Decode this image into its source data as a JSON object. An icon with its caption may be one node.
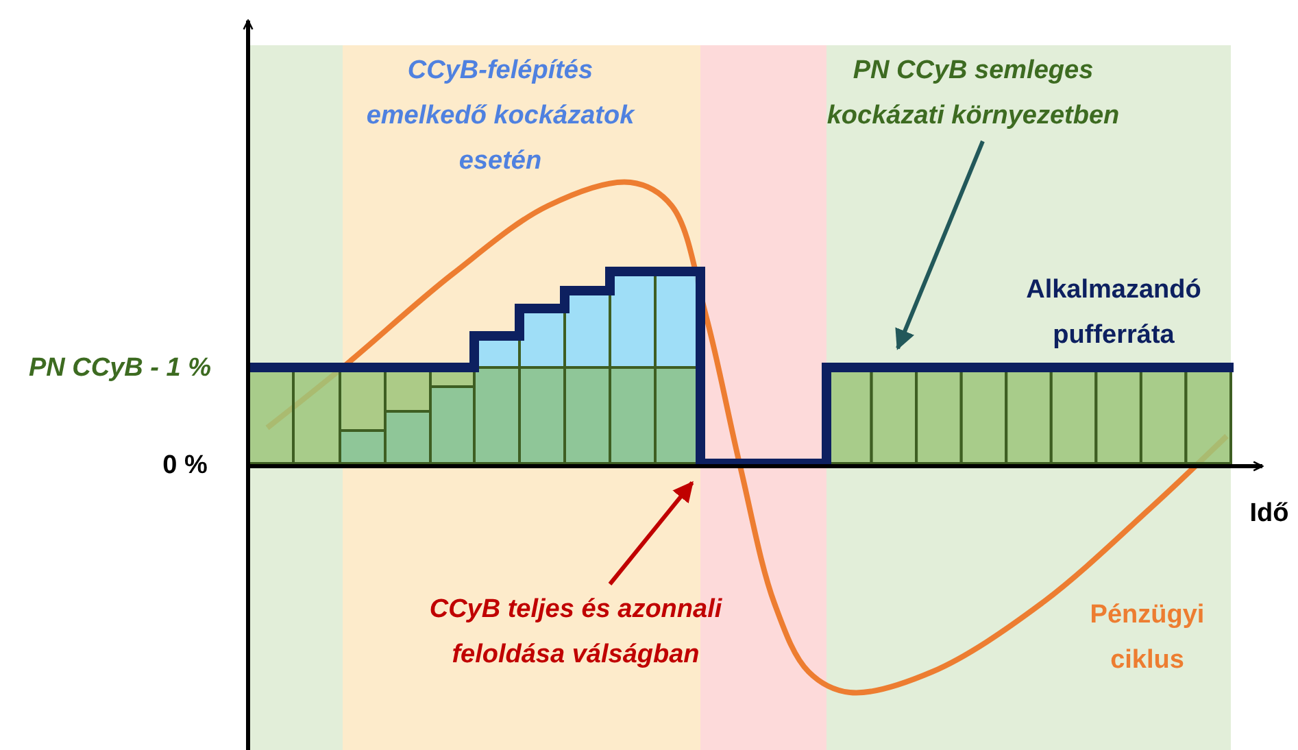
{
  "diagram": {
    "nodes": [
      {
        "text": [
          "PN CCyB semleges kockázati környezetben"
        ]
      },
      {
        "text": [
          "CCyB teljes és azonnali feloldása válságban"
        ]
      }
    ],
    "edges": [
      {
        "from": 0,
        "to": null,
        "arrow": "to",
        "color": "#22585a"
      },
      {
        "from": 1,
        "to": null,
        "arrow": "to",
        "color": "#c00000"
      }
    ],
    "labels": [
      "CCyB-felépítés emelkedő kockázatok esetén",
      "PN CCyB - 1 %",
      "0 %",
      "Idő",
      "Alkalmazandó pufferráta",
      "Pénzügyi ciklus"
    ]
  }
}
